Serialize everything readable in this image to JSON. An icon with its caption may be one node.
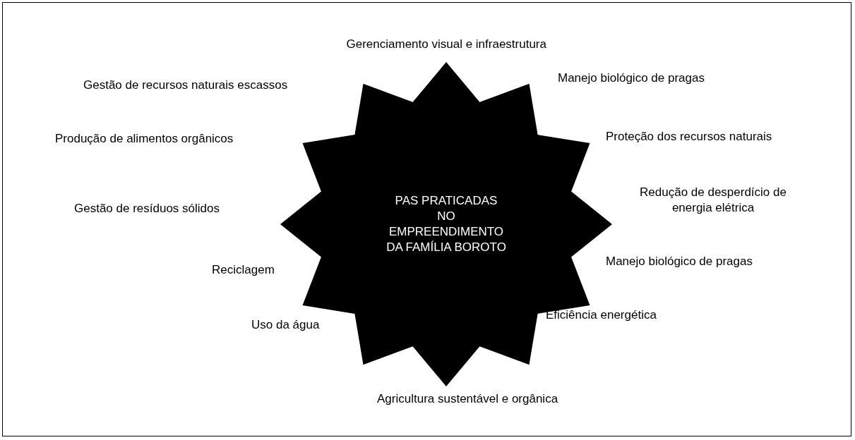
{
  "diagram": {
    "nodes": [
      {
        "text": [
          "PAS PRATICADAS NO EMPREENDIMENTO DA FAMÍLIA BOROTO"
        ]
      }
    ],
    "edges": [],
    "labels": [
      "Gerenciamento visual e infraestrutura",
      "Gestão de recursos naturais escassos",
      "Manejo biológico de pragas",
      "Produção de alimentos orgânicos",
      "Proteção dos recursos naturais",
      "Redução de desperdício de energia elétrica",
      "Gestão de resíduos sólidos",
      "Manejo biológico de pragas",
      "Reciclagem",
      "Eficiência energética",
      "Uso da água",
      "Agricultura sustentável e orgânica"
    ]
  }
}
